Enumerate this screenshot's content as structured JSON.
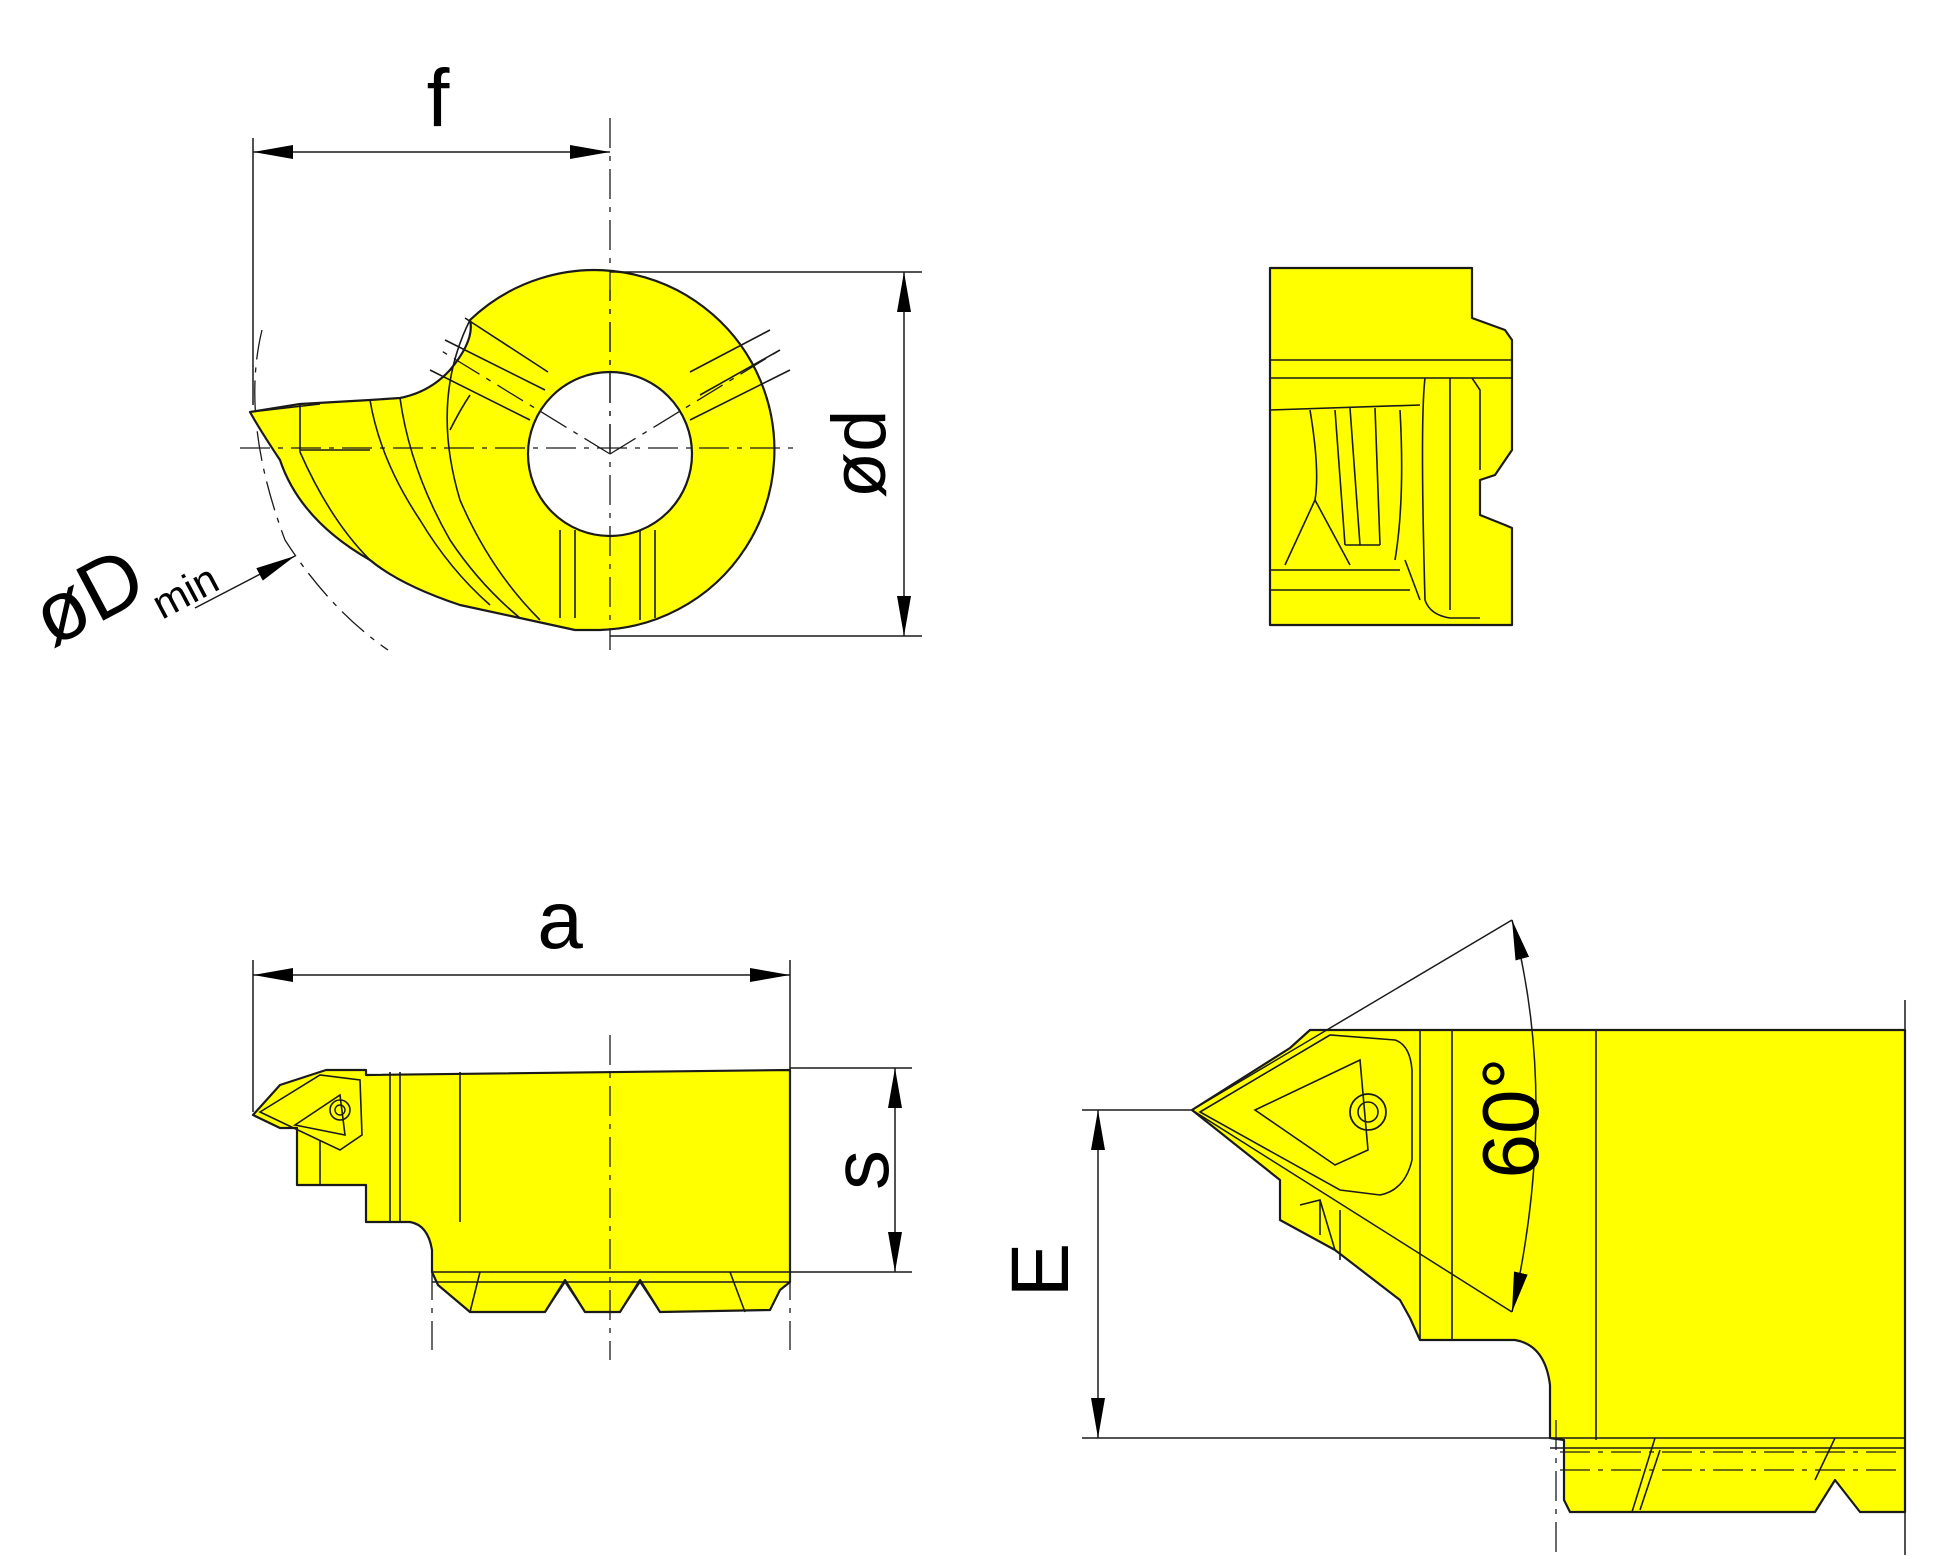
{
  "labels": {
    "f": "f",
    "d": "ød",
    "D": "øD",
    "D_sub": "min",
    "a": "a",
    "s": "s",
    "E": "E",
    "angle": "60°"
  },
  "colors": {
    "insert_fill": "#ffff00",
    "line": "#1a1a1a",
    "background": "#ffffff"
  }
}
